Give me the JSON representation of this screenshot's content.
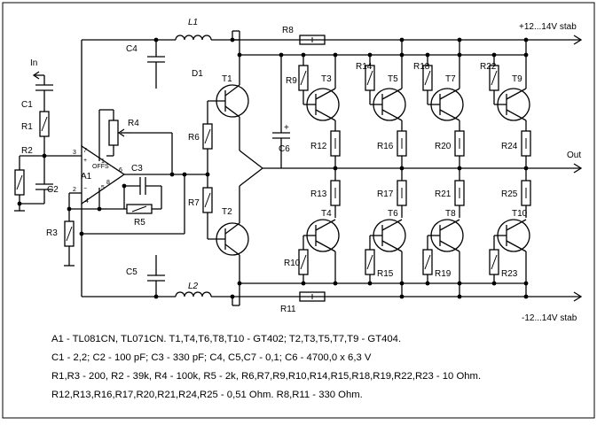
{
  "labels": {
    "in": "In",
    "out": "Out",
    "supply_pos": "+12...14V stab",
    "supply_neg": "-12...14V stab"
  },
  "colors": {
    "positive_supply": "#e00000",
    "negative_supply": "#0033cc",
    "wire": "#000000"
  },
  "components": {
    "C1": "C1",
    "C2": "C2",
    "C3": "C3",
    "C4": "C4",
    "C5": "C5",
    "C6": "C6",
    "R1": "R1",
    "R2": "R2",
    "R3": "R3",
    "R4": "R4",
    "R5": "R5",
    "R6": "R6",
    "R7": "R7",
    "R8": "R8",
    "R9": "R9",
    "R10": "R10",
    "R11": "R11",
    "R12": "R12",
    "R13": "R13",
    "R14": "R14",
    "R15": "R15",
    "R16": "R16",
    "R17": "R17",
    "R18": "R18",
    "R19": "R19",
    "R20": "R20",
    "R21": "R21",
    "R22": "R22",
    "R23": "R23",
    "R24": "R24",
    "R25": "R25",
    "T1": "T1",
    "T2": "T2",
    "T3": "T3",
    "T4": "T4",
    "T5": "T5",
    "T6": "T6",
    "T7": "T7",
    "T8": "T8",
    "T9": "T9",
    "T10": "T10",
    "L1": "L1",
    "L2": "L2",
    "D1": "D1",
    "A1": "A1"
  },
  "opamp": {
    "pin_3": "3",
    "pin_2": "2",
    "pin_7": "7",
    "pin_4": "4",
    "pin_6": "6",
    "pin_1": "1",
    "pin_5": "5",
    "pin_8": "8",
    "offs": "OFFS"
  },
  "notes": [
    "A1 - TL081CN, TL071CN.   T1,T4,T6,T8,T10 - GT402; T2,T3,T5,T7,T9 - GT404.",
    "C1 - 2,2; C2 - 100 pF; C3 - 330 pF; C4, C5,C7 -  0,1;  C6 - 4700,0 x 6,3 V",
    "R1,R3 - 200, R2 - 39k, R4 - 100k, R5 - 2k, R6,R7,R9,R10,R14,R15,R18,R19,R22,R23 - 10 Ohm.",
    "R12,R13,R16,R17,R20,R21,R24,R25 - 0,51 Ohm.   R8,R11 - 330 Ohm."
  ]
}
